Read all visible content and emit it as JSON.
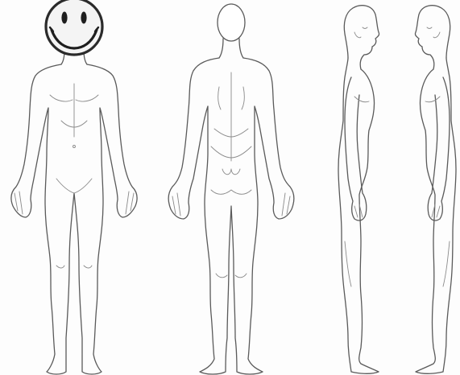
{
  "figures": [
    {
      "view": "front",
      "icon": "smiley-face-icon"
    },
    {
      "view": "back"
    },
    {
      "view": "side-facing-right"
    },
    {
      "view": "side-facing-left"
    }
  ],
  "colors": {
    "background": "#ffffff",
    "outline": "#5a5a5a",
    "smiley_face": "#f4f4f4",
    "smiley_outline": "#2b2b2b",
    "smiley_features": "#1e1e1e"
  }
}
